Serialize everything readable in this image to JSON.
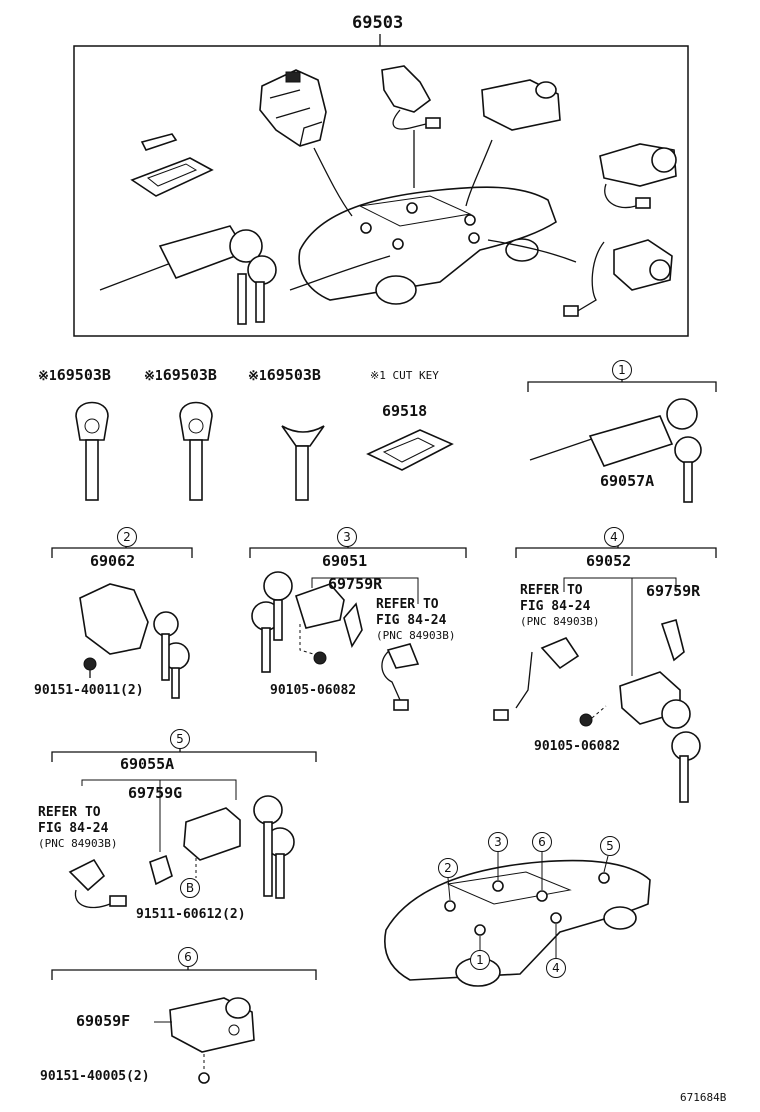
{
  "main_assembly": {
    "part_no": "69503"
  },
  "keys": [
    {
      "prefix": "※1",
      "part_no": "69503B"
    },
    {
      "prefix": "※1",
      "part_no": "69503B"
    },
    {
      "prefix": "※1",
      "part_no": "69503B"
    }
  ],
  "cut_key_note": "※1 CUT KEY",
  "key_plate": {
    "part_no": "69518"
  },
  "group1": {
    "marker": "1",
    "part_no": "69057A"
  },
  "group2": {
    "marker": "2",
    "part_no": "69062",
    "screw": "90151-40011(2)"
  },
  "group3": {
    "marker": "3",
    "part_no": "69051",
    "sub_part": "69759R",
    "refer_line1": "REFER TO",
    "refer_line2": "FIG 84-24",
    "refer_line3": "(PNC 84903B)",
    "screw": "90105-06082"
  },
  "group4": {
    "marker": "4",
    "part_no": "69052",
    "sub_part": "69759R",
    "refer_line1": "REFER TO",
    "refer_line2": "FIG 84-24",
    "refer_line3": "(PNC 84903B)",
    "screw": "90105-06082"
  },
  "group5": {
    "marker": "5",
    "part_no": "69055A",
    "sub_part": "69759G",
    "refer_line1": "REFER TO",
    "refer_line2": "FIG 84-24",
    "refer_line3": "(PNC 84903B)",
    "callout": "B",
    "screw": "91511-60612(2)"
  },
  "group6": {
    "marker": "6",
    "part_no": "69059F",
    "screw": "90151-40005(2)"
  },
  "locator_markers": [
    "1",
    "2",
    "3",
    "4",
    "5",
    "6"
  ],
  "figure_id": "671684B"
}
